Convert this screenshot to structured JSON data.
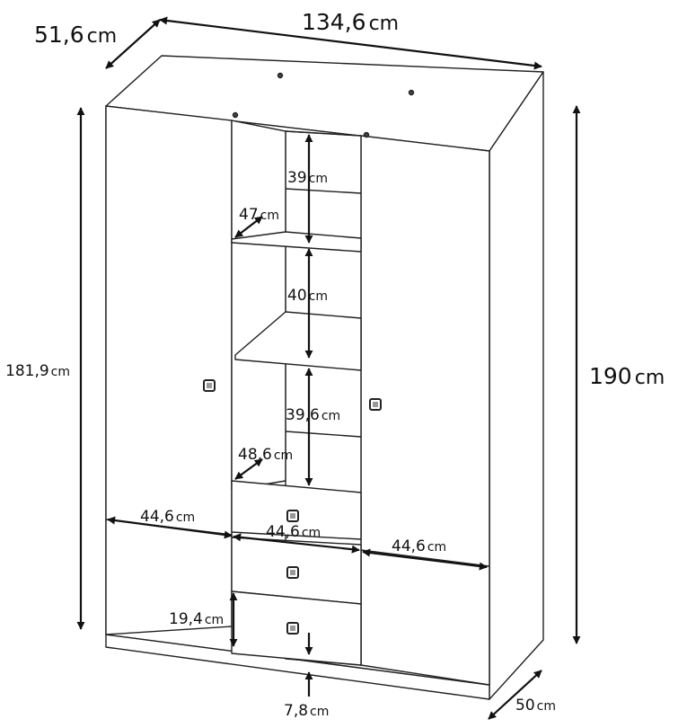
{
  "dimensions": {
    "depth_top": {
      "value": "51,6",
      "unit": "cm"
    },
    "width_total": {
      "value": "134,6",
      "unit": "cm"
    },
    "height_total": {
      "value": "190",
      "unit": "cm"
    },
    "height_body": {
      "value": "181,9",
      "unit": "cm"
    },
    "shelf_top_height": {
      "value": "39",
      "unit": "cm"
    },
    "shelf_top_depth": {
      "value": "47",
      "unit": "cm"
    },
    "shelf_mid_height": {
      "value": "40",
      "unit": "cm"
    },
    "shelf_low_height": {
      "value": "39,6",
      "unit": "cm"
    },
    "shelf_low_depth": {
      "value": "48,6",
      "unit": "cm"
    },
    "left_section_width": {
      "value": "44,6",
      "unit": "cm"
    },
    "center_section_width": {
      "value": "44,6",
      "unit": "cm"
    },
    "right_section_width": {
      "value": "44,6",
      "unit": "cm"
    },
    "drawer_height": {
      "value": "19,4",
      "unit": "cm"
    },
    "plinth_height": {
      "value": "7,8",
      "unit": "cm"
    },
    "depth_bottom": {
      "value": "50",
      "unit": "cm"
    }
  }
}
